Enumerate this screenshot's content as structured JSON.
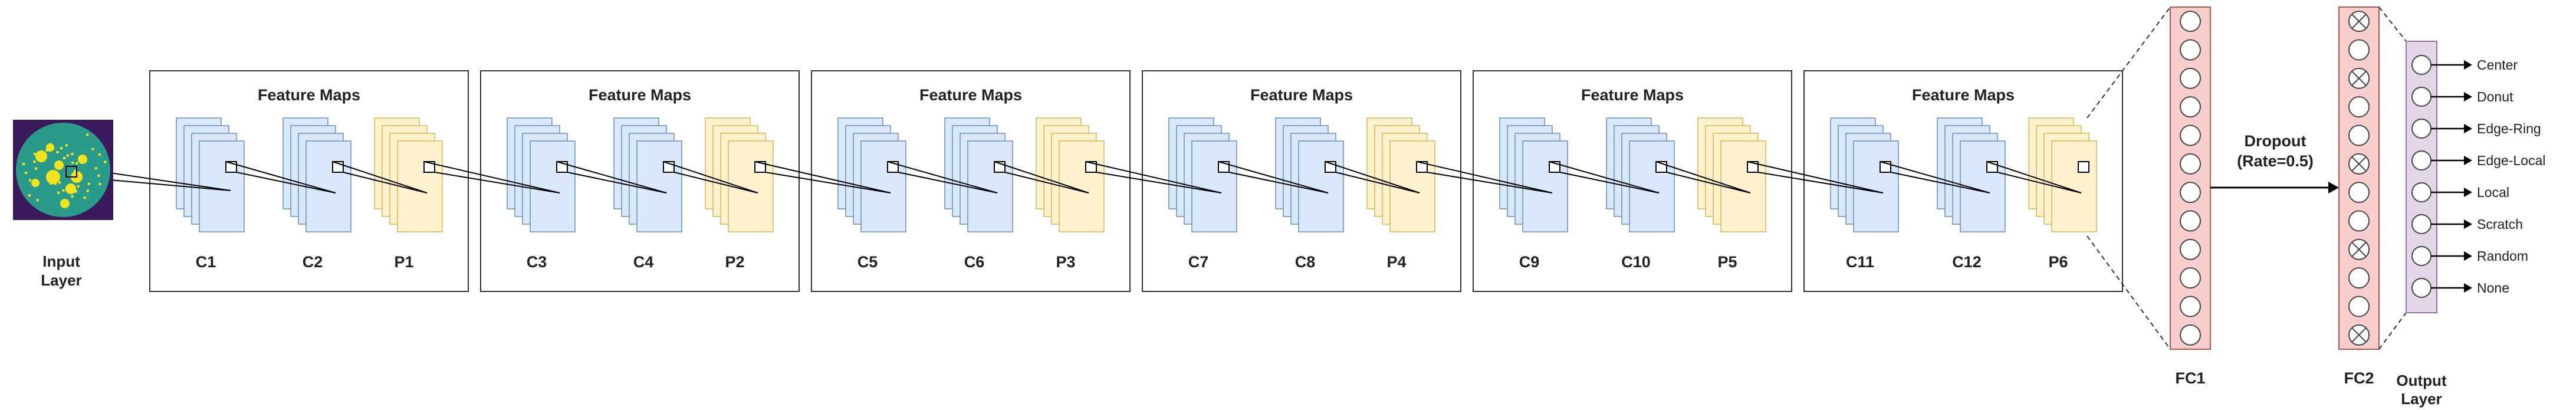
{
  "input": {
    "label_line1": "Input",
    "label_line2": "Layer"
  },
  "blocks": [
    {
      "title": "Feature Maps",
      "labels": [
        "C1",
        "C2",
        "P1"
      ]
    },
    {
      "title": "Feature Maps",
      "labels": [
        "C3",
        "C4",
        "P2"
      ]
    },
    {
      "title": "Feature Maps",
      "labels": [
        "C5",
        "C6",
        "P3"
      ]
    },
    {
      "title": "Feature Maps",
      "labels": [
        "C7",
        "C8",
        "P4"
      ]
    },
    {
      "title": "Feature Maps",
      "labels": [
        "C9",
        "C10",
        "P5"
      ]
    },
    {
      "title": "Feature Maps",
      "labels": [
        "C11",
        "C12",
        "P6"
      ]
    }
  ],
  "fc1": {
    "label": "FC1",
    "neurons": 12
  },
  "dropout": {
    "line1": "Dropout",
    "line2": "(Rate=0.5)"
  },
  "fc2": {
    "label": "FC2",
    "neurons": 12,
    "dropped": [
      0,
      2,
      5,
      8,
      11
    ]
  },
  "output": {
    "label_line1": "Output",
    "label_line2": "Layer",
    "classes": [
      "Center",
      "Donut",
      "Edge-Ring",
      "Edge-Local",
      "Local",
      "Scratch",
      "Random",
      "None"
    ]
  },
  "colors": {
    "conv_fill": "#dae8fc",
    "conv_stroke": "#6c8ebf",
    "pool_fill": "#fff2cc",
    "pool_stroke": "#d6b656",
    "fc_fill": "#f8cecc",
    "fc_stroke": "#b85450",
    "out_fill": "#e1d5e7",
    "out_stroke": "#9673a6",
    "wafer_bg": "#3b1a5c",
    "wafer_disc": "#2a9a8a",
    "wafer_defect": "#f2e51d"
  }
}
